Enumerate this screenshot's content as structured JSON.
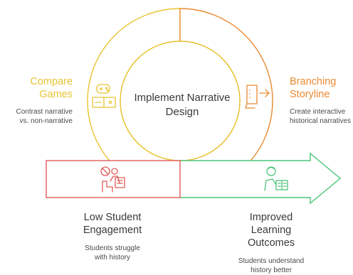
{
  "center": {
    "title": "Implement Narrative\nDesign"
  },
  "compare": {
    "title": "Compare\nGames",
    "description": "Contrast narrative\nvs. non-narrative",
    "icon": "gamepad-console-icon"
  },
  "branching": {
    "title": "Branching\nStoryline",
    "description": "Create interactive\nhistorical narratives",
    "icon": "storyline-book-icon"
  },
  "low": {
    "title": "Low Student\nEngagement",
    "description": "Students struggle\nwith history",
    "icon": "bored-student-icon"
  },
  "improved": {
    "title": "Improved\nLearning\nOutcomes",
    "description": "Students understand\nhistory better",
    "icon": "reading-student-icon"
  },
  "colors": {
    "yellow": "#e8c431",
    "orange": "#e98a32",
    "red": "#e05a57",
    "green": "#4cc47a",
    "text": "#3a3a3a"
  }
}
